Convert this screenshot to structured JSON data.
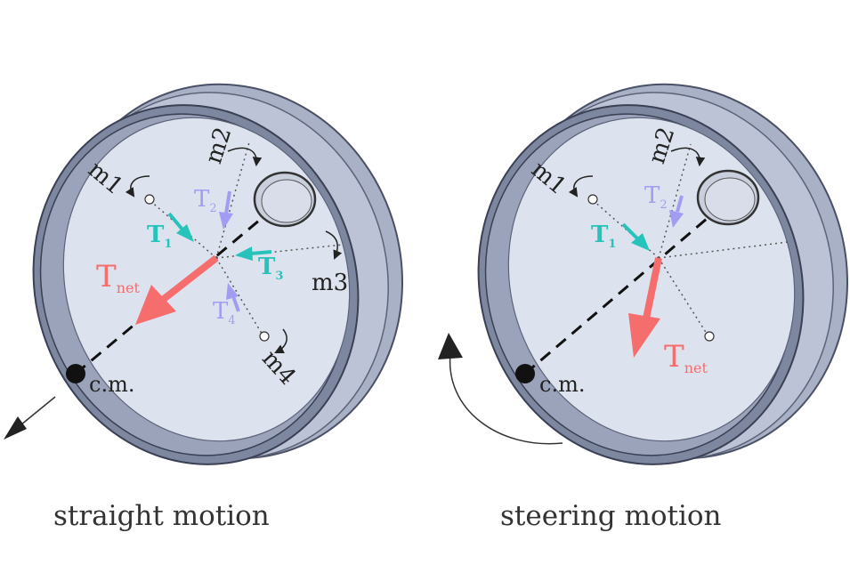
{
  "colors": {
    "rim_outer": "#a9b1c6",
    "rim_mid": "#bcc3d6",
    "rim_dark": "#7d879f",
    "rim_edge": "#4a5066",
    "face": "#dde3ee",
    "inner_wall": "#9aa3ba",
    "outline": "#2b2e38",
    "t1": "#27c3bb",
    "t2": "#a29cf2",
    "t3": "#27c3bb",
    "t4": "#a29cf2",
    "tnet": "#f56d6d",
    "label": "#222222"
  },
  "left_panel": {
    "caption": "straight motion",
    "labels": {
      "m1": "m1",
      "m2": "m2",
      "m3": "m3",
      "m4": "m4",
      "T1": "T",
      "T1_sub": "1",
      "T2": "T",
      "T2_sub": "2",
      "T3": "T",
      "T3_sub": "3",
      "T4": "T",
      "T4_sub": "4",
      "Tnet": "T",
      "Tnet_sub": "net",
      "cm": "c.m."
    }
  },
  "right_panel": {
    "caption": "steering motion",
    "labels": {
      "m1": "m1",
      "m2": "m2",
      "T1": "T",
      "T1_sub": "1",
      "T2": "T",
      "T2_sub": "2",
      "Tnet": "T",
      "Tnet_sub": "net",
      "cm": "c.m."
    }
  }
}
